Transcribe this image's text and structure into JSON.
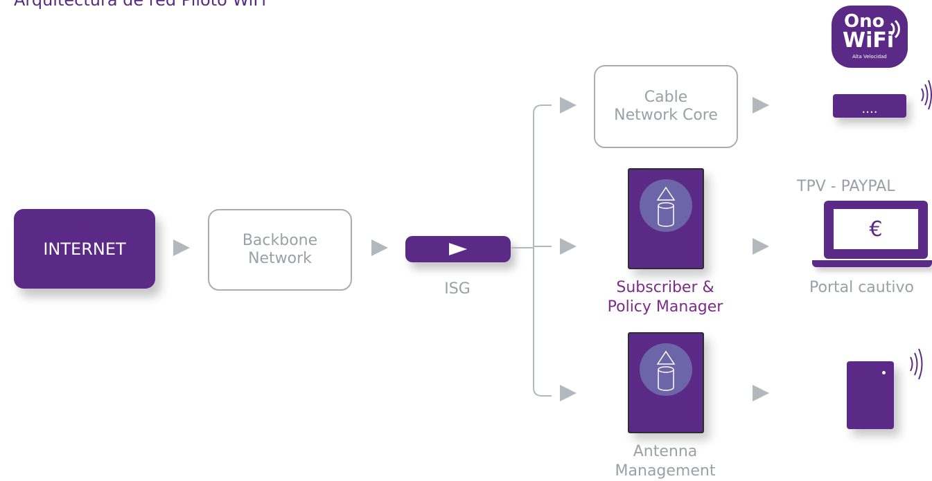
{
  "title": "Arquitectura de red Piloto WiFi",
  "nodes": {
    "internet": "INTERNET",
    "backbone": "Backbone\nNetwork",
    "isg": "ISG",
    "cable_core": "Cable\nNetwork Core",
    "subscriber": "Subscriber &\nPolicy Manager",
    "antenna": "Antenna\nManagement",
    "router_dots": "....",
    "tpv": "TPV - PAYPAL",
    "currency": "€",
    "portal": "Portal cautivo"
  },
  "logo": {
    "line1": "Ono",
    "line2": "WiFi",
    "tagline": "Alta Velocidad"
  },
  "colors": {
    "brand_purple": "#5b2a86",
    "connector_gray": "#b3b8bd",
    "text_gray": "#9aa0a6"
  }
}
